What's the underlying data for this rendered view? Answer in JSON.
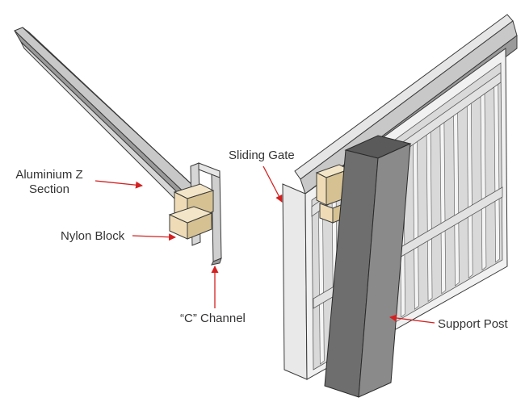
{
  "labels": {
    "z_section": "Aluminium Z\nSection",
    "nylon_block": "Nylon Block",
    "c_channel": "“C” Channel",
    "sliding_gate": "Sliding Gate",
    "support_post": "Support Post"
  },
  "colors": {
    "metal_light": "#e6e6e6",
    "metal_mid": "#c8c8c8",
    "metal_dark": "#9a9a9a",
    "outline": "#3a3a3a",
    "nylon": "#efdcb6",
    "nylon_dark": "#d6c192",
    "post_front": "#6e6e6e",
    "post_side": "#8a8a8a",
    "post_top": "#5a5a5a",
    "arrow": "#d42020"
  }
}
